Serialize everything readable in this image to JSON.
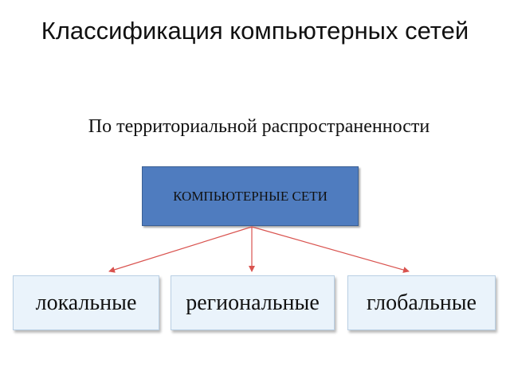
{
  "title": "Классификация компьютерных сетей",
  "subtitle": "По территориальной распространенности",
  "diagram": {
    "root": {
      "label": "КОМПЬЮТЕРНЫЕ СЕТИ",
      "fill_color": "#4f7cbf"
    },
    "children": [
      {
        "label": "локальные"
      },
      {
        "label": "региональные"
      },
      {
        "label": "глобальные"
      }
    ],
    "arrow_color": "#d9534f",
    "child_fill_color": "#eaf3fb"
  }
}
